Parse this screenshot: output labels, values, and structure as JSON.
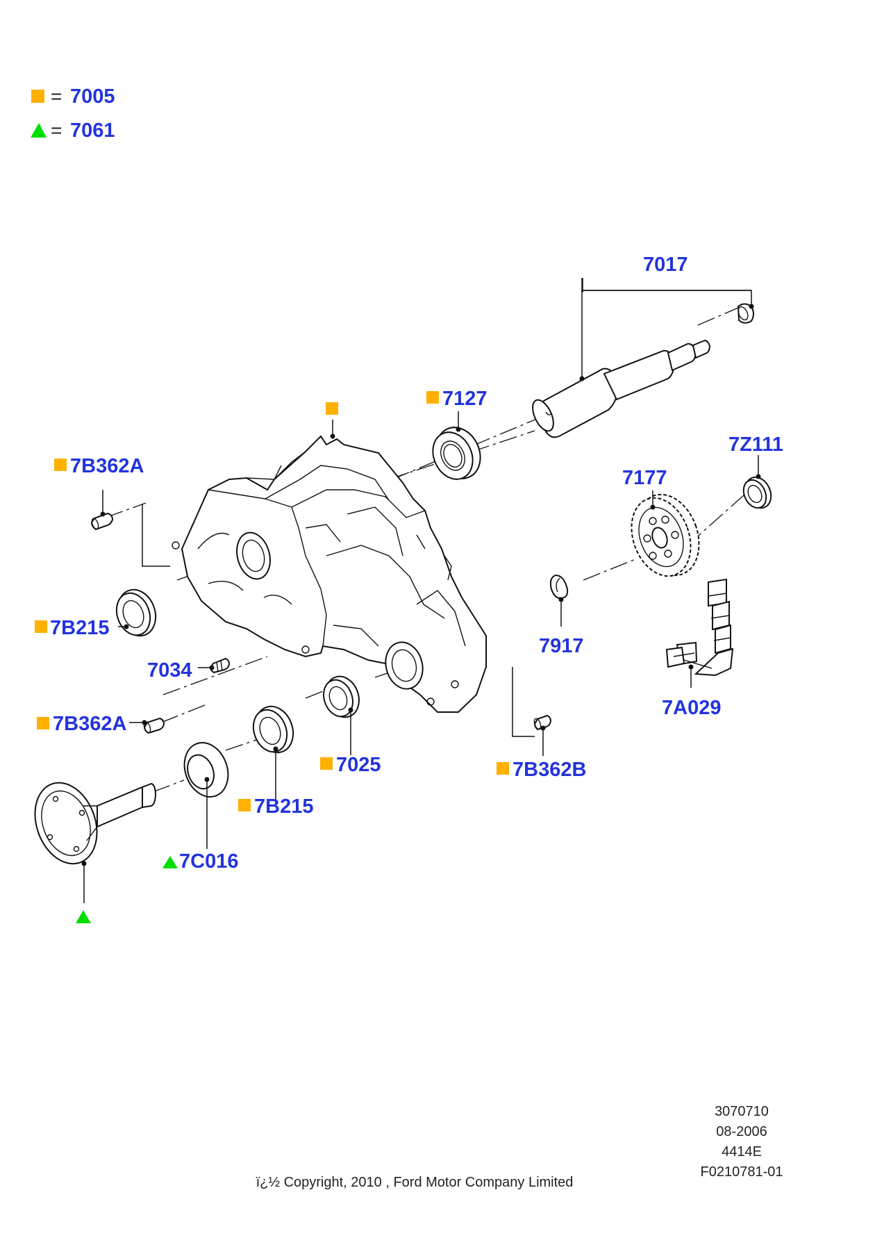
{
  "legend": [
    {
      "symbol": "square",
      "color": "#FFB000",
      "equals": "=",
      "code": "7005"
    },
    {
      "symbol": "triangle",
      "color": "#00DD00",
      "equals": "=",
      "code": "7061"
    }
  ],
  "callouts": {
    "c7017": {
      "text": "7017"
    },
    "c7127": {
      "text": "7127",
      "marker": "square"
    },
    "c7z111": {
      "text": "7Z111"
    },
    "c7177": {
      "text": "7177"
    },
    "c7b362a_top": {
      "text": "7B362A",
      "marker": "square"
    },
    "c7b215_left": {
      "text": "7B215",
      "marker": "square"
    },
    "c7034": {
      "text": "7034"
    },
    "c7917": {
      "text": "7917"
    },
    "c7a029": {
      "text": "7A029"
    },
    "c7b362a_low": {
      "text": "7B362A",
      "marker": "square"
    },
    "c7025": {
      "text": "7025",
      "marker": "square"
    },
    "c7b362b": {
      "text": "7B362B",
      "marker": "square"
    },
    "c7b215_low": {
      "text": "7B215",
      "marker": "square"
    },
    "c7c016": {
      "text": "7C016",
      "marker": "triangle"
    }
  },
  "standalone_markers": [
    {
      "part": "housing",
      "marker": "square"
    },
    {
      "part": "output-flange-shaft",
      "marker": "triangle"
    }
  ],
  "footer": {
    "codes": [
      "3070710",
      "08-2006",
      "4414E",
      "F0210781-01"
    ],
    "copyright": "ï¿½ Copyright, 2010 , Ford Motor Company Limited"
  },
  "colors": {
    "callout_text": "#2233DD",
    "square_marker": "#FFB000",
    "triangle_marker": "#00DD00"
  }
}
